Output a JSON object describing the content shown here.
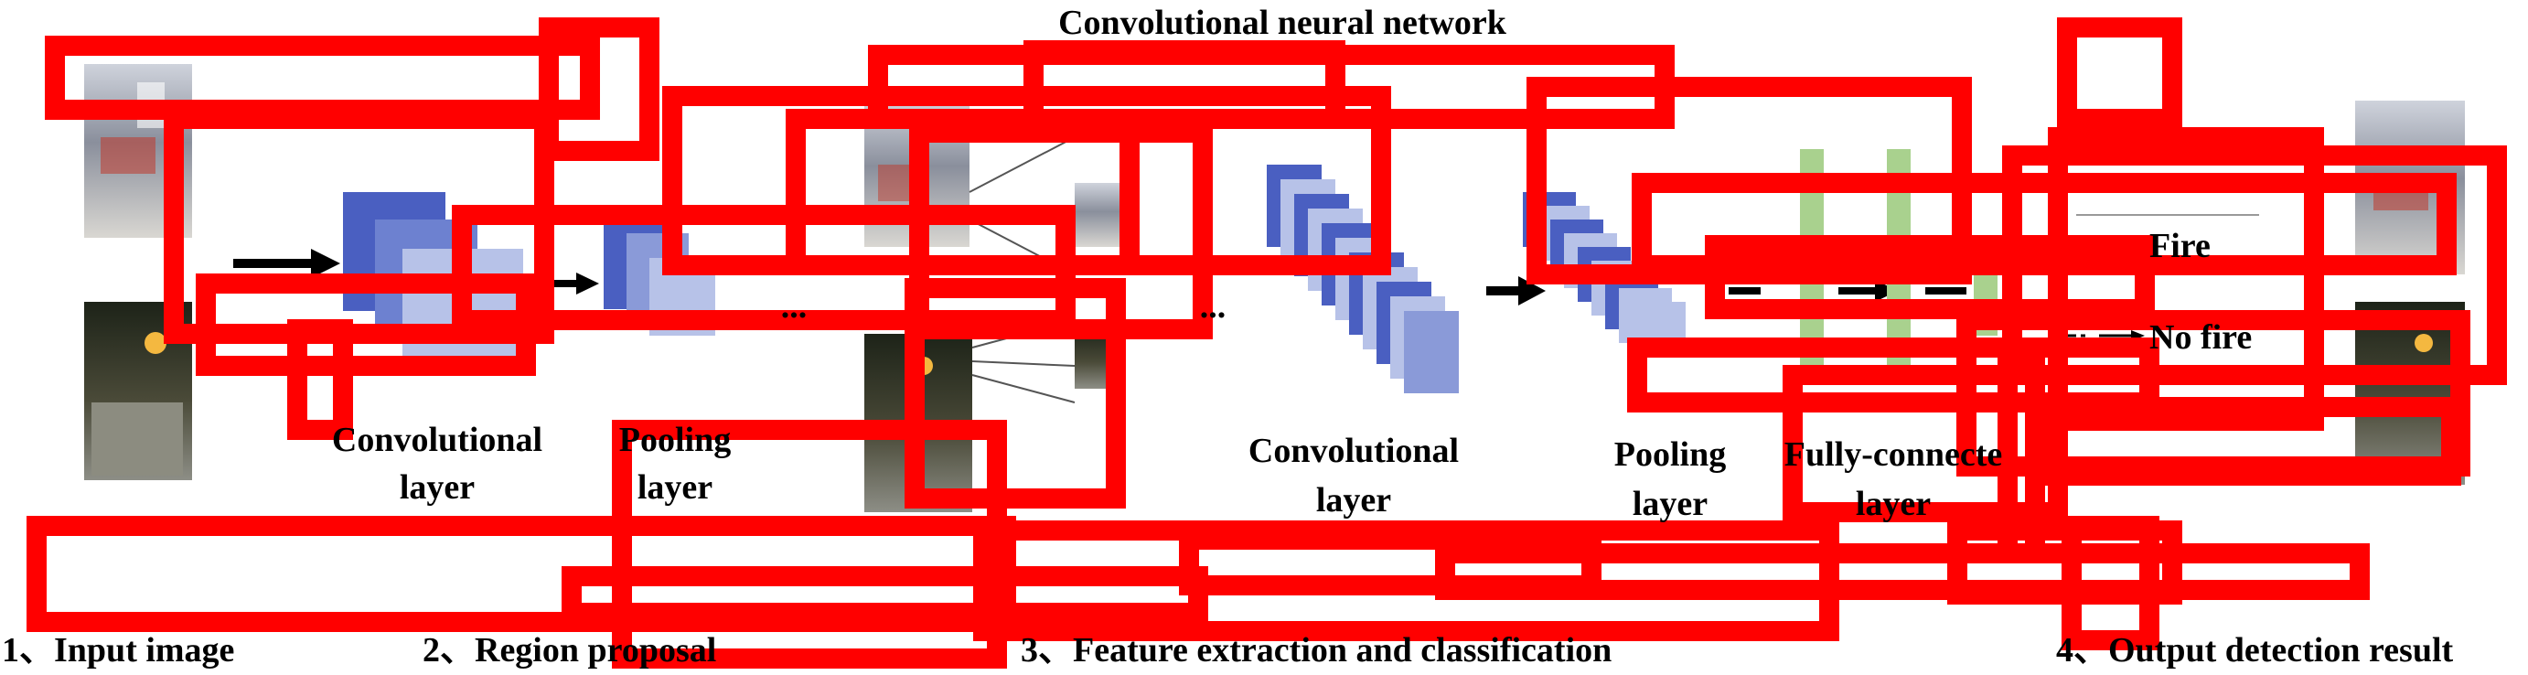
{
  "title": "Convolutional neural network",
  "layers": {
    "conv1": [
      "Convolutional",
      "layer"
    ],
    "pool1": [
      "Pooling",
      "layer"
    ],
    "conv2": [
      "Convolutional",
      "layer"
    ],
    "pool2": [
      "Pooling",
      "layer"
    ],
    "fc": [
      "Fully-connecte",
      "layer"
    ]
  },
  "outputs": {
    "fire": "Fire",
    "no_fire": "No fire"
  },
  "ellipsis": "...",
  "steps": {
    "s1": "1、Input image",
    "s2": "2、Region proposal",
    "s3": "3、Feature extraction and classification",
    "s4": "4、Output detection result"
  },
  "colors": {
    "box_red": "#ff0000",
    "layer_dark": "#4a5fc1",
    "layer_light": "#b7c2e8",
    "fc_green": "#a9d18e"
  }
}
